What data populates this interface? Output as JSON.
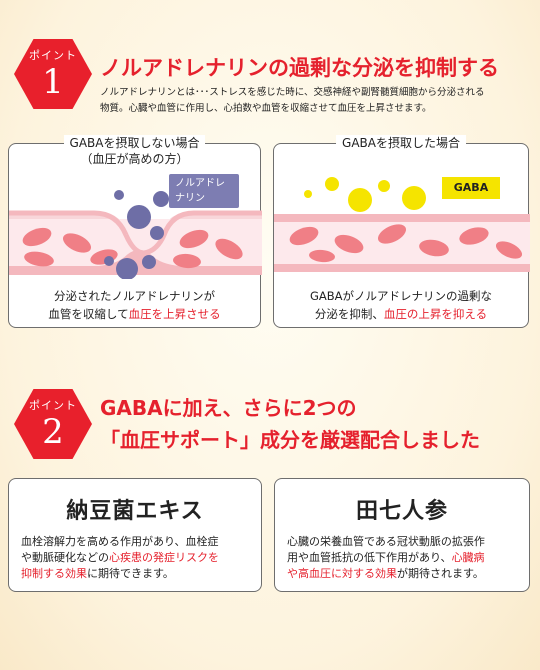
{
  "point1": {
    "badge_label": "ポイント",
    "badge_num": "1",
    "title": "ノルアドレナリンの過剰な分泌を抑制する",
    "desc_line1": "ノルアドレナリンとは･･･ストレスを感じた時に、交感神経や副腎髄質細胞から分泌される",
    "desc_line2": "物質。心臓や血管に作用し、心拍数や血管を収縮させて血圧を上昇させます。",
    "left_panel": {
      "title_line1": "GABAを摂取しない場合",
      "title_line2": "（血圧が高めの方）",
      "tag": "ノルアドレナリン",
      "tag_line1": "ノルアドレ",
      "tag_line2": "ナリン",
      "caption_line1": "分泌されたノルアドレナリンが",
      "caption_line2_plain": "血管を収縮して",
      "caption_line2_red": "血圧を上昇させる"
    },
    "right_panel": {
      "title": "GABAを摂取した場合",
      "tag": "GABA",
      "caption_line1": "GABAがノルアドレナリンの過剰な",
      "caption_line2_plain": "分泌を抑制、",
      "caption_line2_red": "血圧の上昇を抑える"
    }
  },
  "point2": {
    "badge_label": "ポイント",
    "badge_num": "2",
    "title_line1": "GABAに加え、さらに2つの",
    "title_line2": "「血圧サポート」成分を厳選配合しました",
    "cards": [
      {
        "title": "納豆菌エキス",
        "l1": "血栓溶解力を高める作用があり、血栓症",
        "l2_plain": "や動脈硬化などの",
        "l2_red": "心疾患の発症リスクを",
        "l3_red": "抑制する効果",
        "l3_plain": "に期待できます。"
      },
      {
        "title": "田七人参",
        "l1": "心臓の栄養血管である冠状動脈の拡張作",
        "l2_plain": "用や血管抵抗の低下作用があり、",
        "l2_red": "心臓病",
        "l3_red": "や高血圧に対する効果",
        "l3_plain": "が期待されます。"
      }
    ]
  },
  "colors": {
    "accent_red": "#e5212d",
    "badge_red": "#e8202c",
    "vessel_pink": "#f4b8be",
    "cell_red": "#f07f86",
    "noradrenaline_purple": "#6e6ea6",
    "gaba_yellow": "#f5e400",
    "background": "#fdf3dd"
  }
}
